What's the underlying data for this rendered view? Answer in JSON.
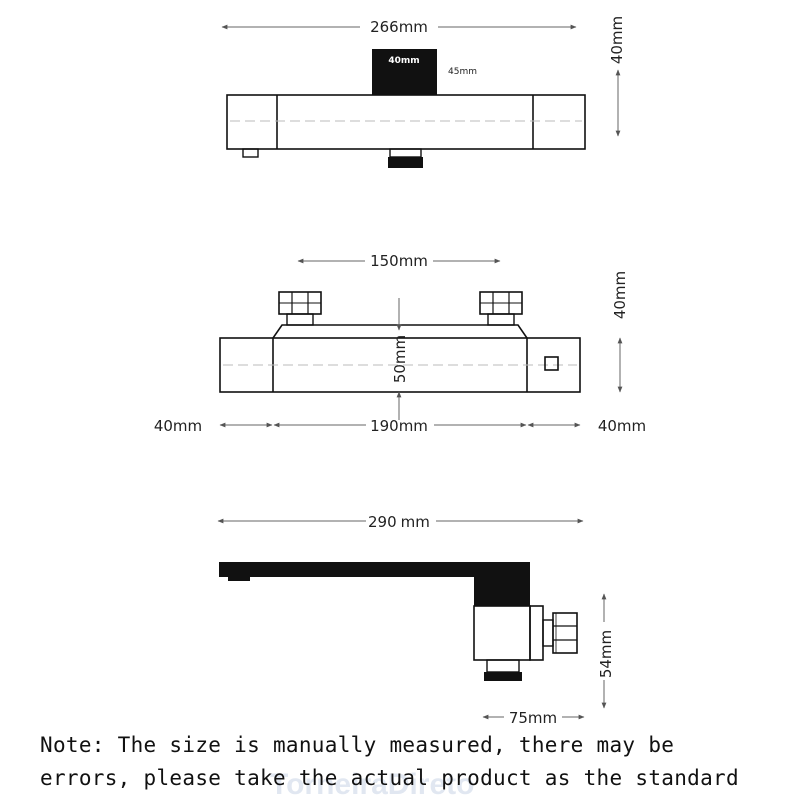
{
  "top_view": {
    "width_label": "266mm",
    "height_label": "40mm",
    "box_label": "40mm",
    "box_side_label": "45mm"
  },
  "front_view": {
    "spacing_label": "150mm",
    "height_label": "40mm",
    "body_label": "50mm",
    "left_label": "40mm",
    "center_label": "190mm",
    "right_label": "40mm"
  },
  "side_view": {
    "length_label": "290",
    "length_unit": "mm",
    "height_label": "54mm",
    "depth_label": "75mm"
  },
  "note": {
    "line1": "Note: The size is manually measured, there may be",
    "line2": "errors, please take the actual product as the standard"
  },
  "watermark": "TorneiraDireto"
}
